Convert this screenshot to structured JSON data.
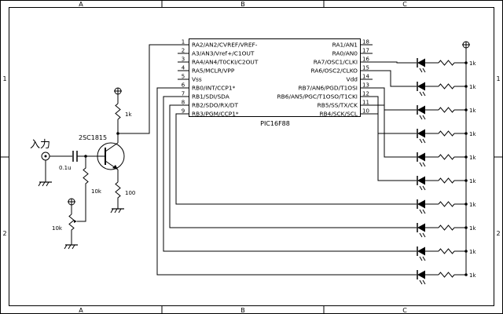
{
  "frame": {
    "columns": [
      "A",
      "B",
      "C"
    ],
    "rows": [
      "1",
      "2"
    ]
  },
  "ic": {
    "name": "PIC16F88",
    "left_pins": [
      {
        "num": "1",
        "label": "RA2/AN2/CVREF/VREF-"
      },
      {
        "num": "2",
        "label": "A3/AN3/Vref+/C1OUT"
      },
      {
        "num": "3",
        "label": "RA4/AN4/T0CKI/C2OUT"
      },
      {
        "num": "4",
        "label": "RA5/MCLR/VPP"
      },
      {
        "num": "5",
        "label": "Vss"
      },
      {
        "num": "6",
        "label": "RB0/INT/CCP1*"
      },
      {
        "num": "7",
        "label": "RB1/SDI/SDA"
      },
      {
        "num": "8",
        "label": "RB2/SDO/RX/DT"
      },
      {
        "num": "9",
        "label": "RB3/PGM/CCP1*"
      }
    ],
    "right_pins": [
      {
        "num": "18",
        "label": "RA1/AN1"
      },
      {
        "num": "17",
        "label": "RA0/AN0"
      },
      {
        "num": "16",
        "label": "RA7/OSC1/CLKI"
      },
      {
        "num": "15",
        "label": "RA6/OSC2/CLKO"
      },
      {
        "num": "14",
        "label": "Vdd"
      },
      {
        "num": "13",
        "label": "RB7/AN6/PGD/T1OSI"
      },
      {
        "num": "12",
        "label": "RB6/AN5/PGC/T1OSO/T1CKI"
      },
      {
        "num": "11",
        "label": "RB5/SS/TX/CK"
      },
      {
        "num": "10",
        "label": "RB4/SCK/SCL"
      }
    ]
  },
  "input_label": "入力",
  "transistor": "2SC1815",
  "capacitor": "0.1u",
  "r_collector": "1k",
  "r_bias": "10k",
  "r_emitter": "100",
  "pot": "10k",
  "led_resistor": "1k",
  "led_count": 10
}
